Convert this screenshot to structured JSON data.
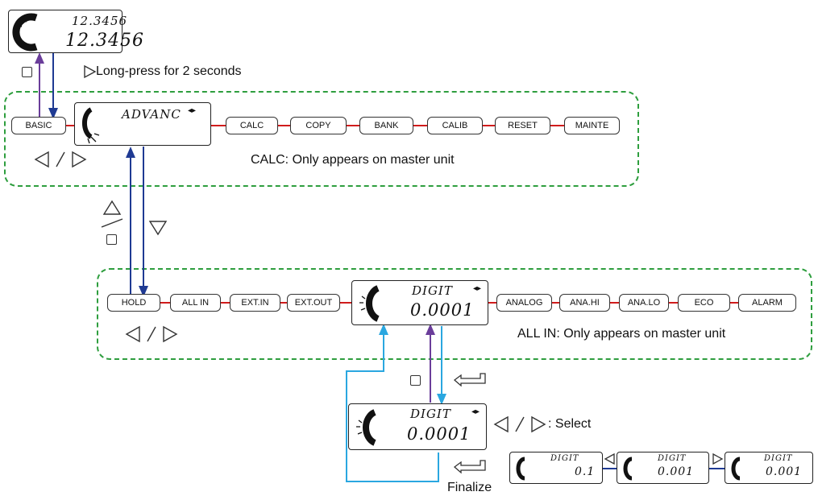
{
  "top_display": {
    "line1": "12.3456",
    "line2": "12.3456"
  },
  "long_press_label": "Long-press for 2 seconds",
  "advanced_row": {
    "left_button": "BASIC",
    "display_text": "ADVANC",
    "buttons": [
      "CALC",
      "COPY",
      "BANK",
      "CALIB",
      "RESET",
      "MAINTE"
    ],
    "note": "CALC: Only appears on master unit"
  },
  "allin_row": {
    "left_buttons": [
      "HOLD",
      "ALL IN",
      "EXT.IN",
      "EXT.OUT"
    ],
    "display_line1": "DIGIT",
    "display_line2": "0.0001",
    "right_buttons": [
      "ANALOG",
      "ANA.HI",
      "ANA.LO",
      "ECO",
      "ALARM"
    ],
    "note": "ALL IN: Only appears on master unit"
  },
  "edit_display": {
    "line1": "DIGIT",
    "line2": "0.0001"
  },
  "select_label": ": Select",
  "finalize_label": "Finalize",
  "sequence": [
    {
      "line1": "DIGIT",
      "line2": "0.1"
    },
    {
      "line1": "DIGIT",
      "line2": "0.001"
    },
    {
      "line1": "DIGIT",
      "line2": "0.001"
    }
  ],
  "colors": {
    "group_border": "#2e9e3e",
    "arrow_navy": "#1f3a93",
    "arrow_purple": "#6a3d9a",
    "arrow_cyan": "#2aa7e0",
    "link_red": "#d01c1c"
  }
}
